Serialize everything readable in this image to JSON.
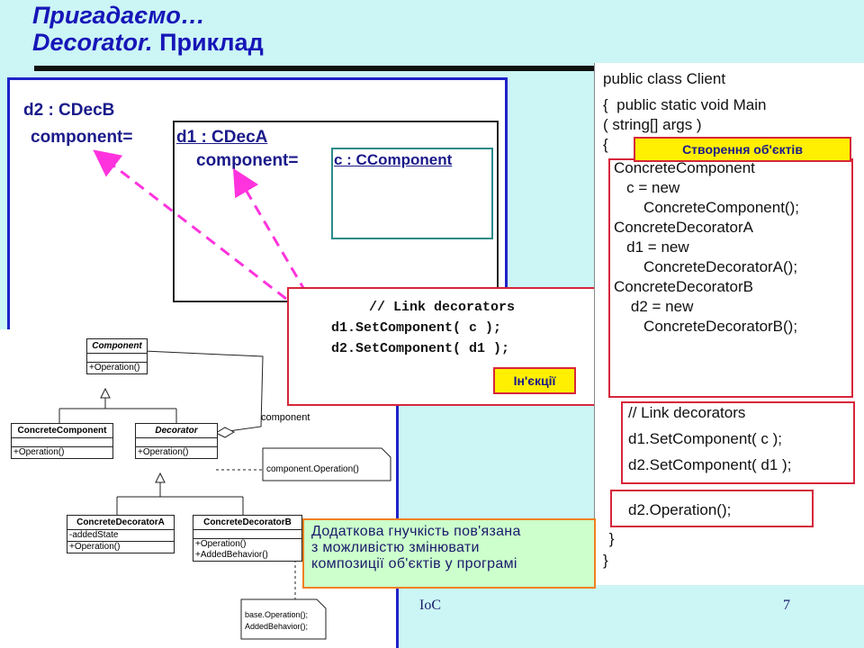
{
  "slide": {
    "title_line1": "Пригадаємо…",
    "title_line2_italic": "Decorator.",
    "title_line2_rest": " Приклад",
    "footer_left": "IoC",
    "footer_page": "7"
  },
  "objects": {
    "outer_label": "d2 : CDecB",
    "outer_component": "component=",
    "middle_label": "d1 : CDecA",
    "middle_component": "component=",
    "inner_label": "c : CComponent"
  },
  "injection_box": {
    "code_line1": "  // Link decorators",
    "code_line2": "d1.SetComponent( c );",
    "code_line3": "d2.SetComponent( d1 );",
    "tag": "Ін'єкції"
  },
  "client_code": {
    "line1": "public class Client",
    "line2": "{  public static void Main",
    "line3": "( string[] args )",
    "line4": "{",
    "creation_tag": "Створення об'єктів",
    "creation_lines": [
      "ConcreteComponent",
      "   c = new",
      "       ConcreteComponent();",
      "",
      "ConcreteDecoratorA",
      "   d1 = new",
      "       ConcreteDecoratorA();",
      "",
      "ConcreteDecoratorB",
      "    d2 = new",
      "       ConcreteDecoratorB();"
    ],
    "link_lines": [
      "// Link decorators",
      "d1.SetComponent( c );",
      "d2.SetComponent( d1 );"
    ],
    "operation_line": "d2.Operation();",
    "close1": " }",
    "close2": "}"
  },
  "uml": {
    "component": {
      "name": "Component",
      "op": "+Operation()"
    },
    "concrete_component": {
      "name": "ConcreteComponent",
      "op": "+Operation()"
    },
    "decorator": {
      "name": "Decorator",
      "op": "+Operation()"
    },
    "decorator_a": {
      "name": "ConcreteDecoratorA",
      "attr": "-addedState",
      "op": "+Operation()"
    },
    "decorator_b": {
      "name": "ConcreteDecoratorB",
      "op1": "+Operation()",
      "op2": "+AddedBehavior()"
    },
    "assoc_label": "component",
    "note1": "component.Operation()",
    "note2_line1": "base.Operation();",
    "note2_line2": "AddedBehavior();"
  },
  "flexibility_note": {
    "line1": "Додаткова гнучкість пов'язана",
    "line2": "з можливістю змінювати",
    "line3": "композиції об'єктів у програмі"
  },
  "colors": {
    "background": "#ccf5f5",
    "title": "#1616b8",
    "accent_red": "#d6263a",
    "tag_yellow": "#ffef00",
    "arrow_magenta": "#ff33dd",
    "note_green": "#ccffcc"
  }
}
